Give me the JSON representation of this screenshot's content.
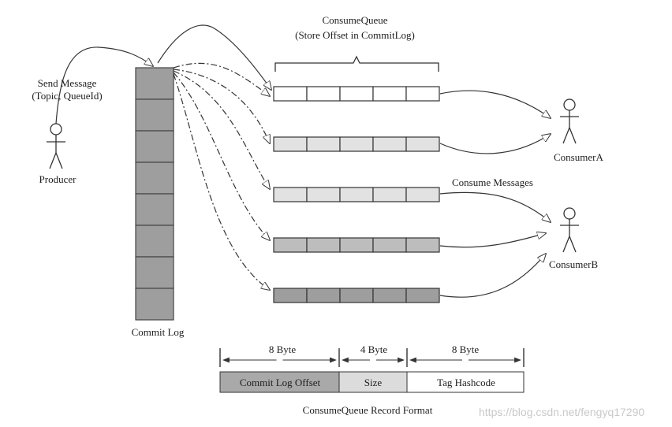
{
  "producer": {
    "send_line1": "Send Message",
    "send_line2": "(Topic, QueueId)",
    "label": "Producer"
  },
  "commit_log": {
    "label": "Commit Log",
    "blocks": 8
  },
  "consume_queue": {
    "title": "ConsumeQueue",
    "subtitle": "(Store Offset in CommitLog)",
    "queues": 5,
    "cells": 5
  },
  "consumers": {
    "a": "ConsumerA",
    "b": "ConsumerB",
    "consume_messages": "Consume Messages"
  },
  "record_format": {
    "title": "ConsumeQueue Record Format",
    "fields": [
      {
        "name": "Commit Log Offset",
        "bytes": "8 Byte",
        "fill": "#a9a9a9"
      },
      {
        "name": "Size",
        "bytes": "4 Byte",
        "fill": "#dcdcdc"
      },
      {
        "name": "Tag Hashcode",
        "bytes": "8 Byte",
        "fill": "#ffffff"
      }
    ]
  },
  "watermark": "https://blog.csdn.net/fengyq17290",
  "colors": {
    "line": "#333333",
    "block_dark": "#9e9e9e",
    "block_light": "#e2e2e2"
  }
}
